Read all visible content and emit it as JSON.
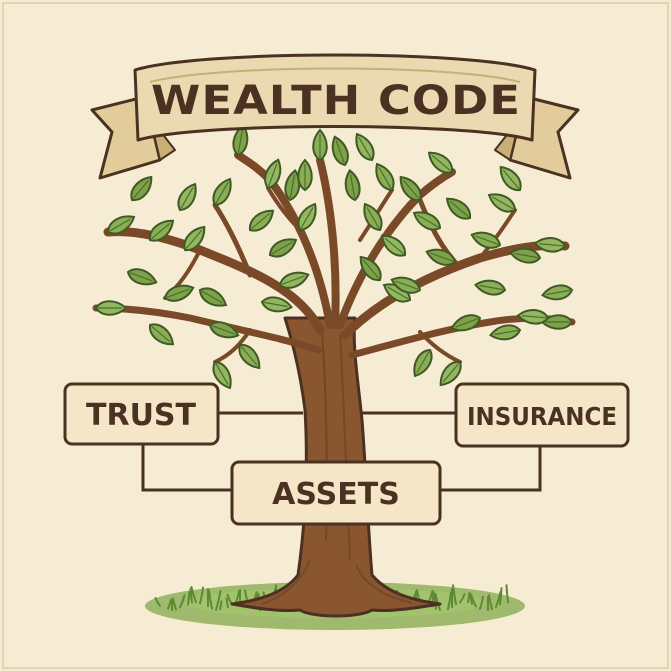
{
  "banner": {
    "title": "WEALTH CODE"
  },
  "boxes": {
    "trust": "TRUST",
    "insurance": "INSURANCE",
    "assets": "ASSETS"
  },
  "colors": {
    "background": "#f6ecd4",
    "banner": "#ead9b1",
    "outline": "#4a3121",
    "trunk": "#8a5630",
    "leaf": "#7ea24a",
    "grass": "#6f9a3d",
    "box_fill": "#f4e6c6"
  }
}
